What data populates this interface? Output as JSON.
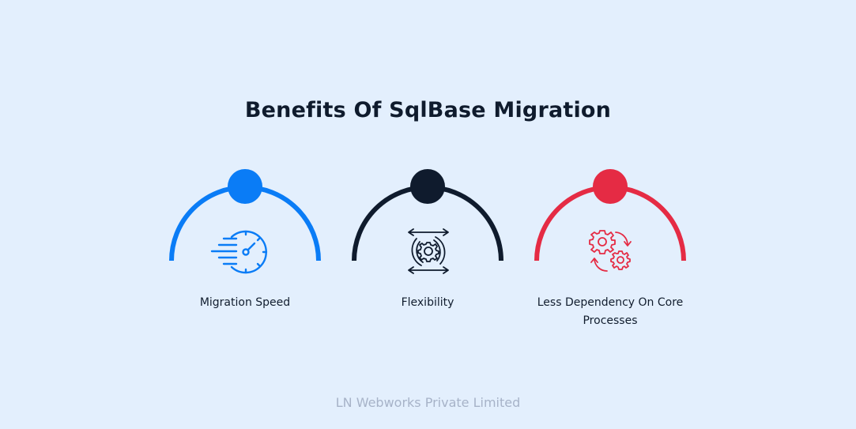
{
  "title": "Benefits Of SqlBase Migration",
  "benefits": [
    {
      "label": "Migration Speed",
      "icon": "speedometer-icon",
      "color": "#0a7cf6"
    },
    {
      "label": "Flexibility",
      "icon": "gear-arrows-icon",
      "color": "#0f1b2d"
    },
    {
      "label": "Less Dependency On Core Processes",
      "icon": "gears-cycle-icon",
      "color": "#e52b44"
    }
  ],
  "footer": "LN Webworks Private Limited",
  "colors": {
    "background": "#e3effd",
    "blue": "#0a7cf6",
    "navy": "#0f1b2d",
    "red": "#e52b44"
  }
}
